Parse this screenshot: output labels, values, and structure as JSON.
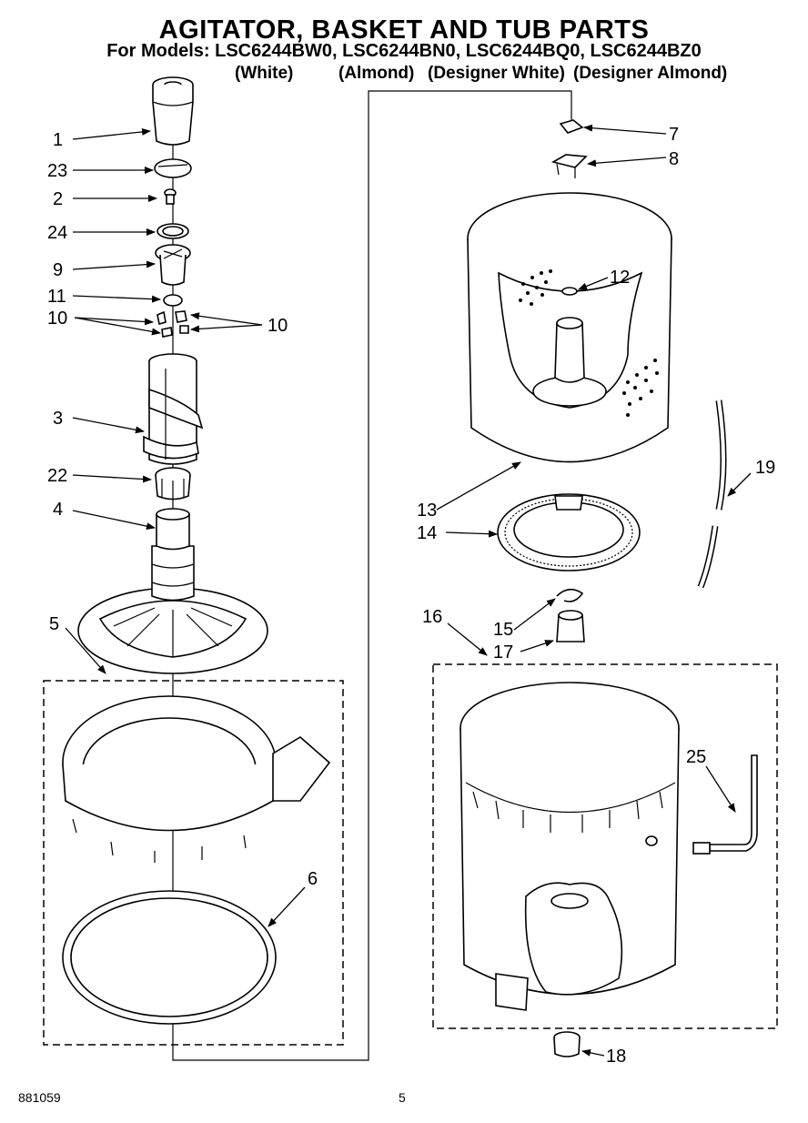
{
  "header": {
    "title": "AGITATOR, BASKET AND TUB PARTS",
    "models_line": "For Models: LSC6244BW0, LSC6244BN0, LSC6244BQ0, LSC6244BZ0",
    "variants": [
      "(White)",
      "(Almond)",
      "(Designer White)",
      "(Designer Almond)"
    ]
  },
  "callouts": {
    "c1": "1",
    "c23": "23",
    "c2": "2",
    "c24": "24",
    "c9": "9",
    "c11": "11",
    "c10a": "10",
    "c10b": "10",
    "c3": "3",
    "c22": "22",
    "c4": "4",
    "c5": "5",
    "c6": "6",
    "c7": "7",
    "c8": "8",
    "c12": "12",
    "c13": "13",
    "c14": "14",
    "c15": "15",
    "c16": "16",
    "c17": "17",
    "c18": "18",
    "c19": "19",
    "c25": "25"
  },
  "footer": {
    "code": "881059",
    "page": "5"
  }
}
